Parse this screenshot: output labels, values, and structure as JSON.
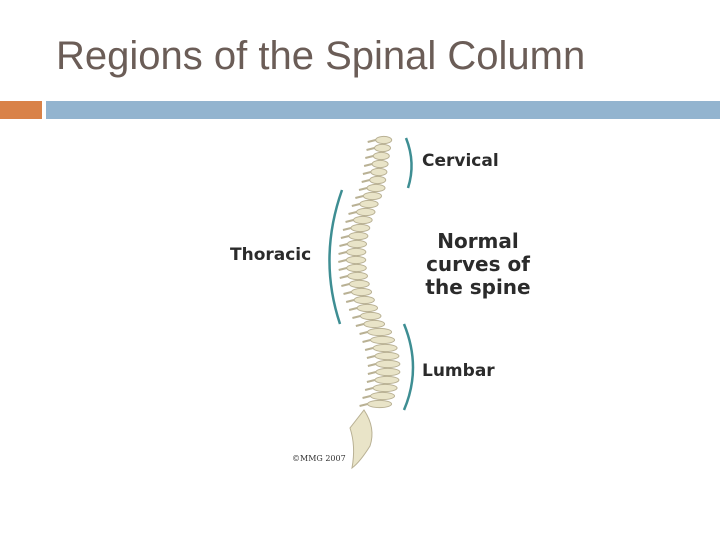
{
  "slide": {
    "title": "Regions of the Spinal Column"
  },
  "colors": {
    "title_text": "#6b5d57",
    "accent_orange": "#d98248",
    "accent_blue": "#93b4cf",
    "bracket_teal": "#3e8e93",
    "bone": "#e9e4c8",
    "bone_shadow": "#b9b194"
  },
  "diagram": {
    "labels": {
      "cervical": "Cervical",
      "thoracic": "Thoracic",
      "lumbar": "Lumbar",
      "normal_line1": "Normal",
      "normal_line2": "curves of",
      "normal_line3": "the spine"
    },
    "copyright": "©MMG 2007"
  }
}
